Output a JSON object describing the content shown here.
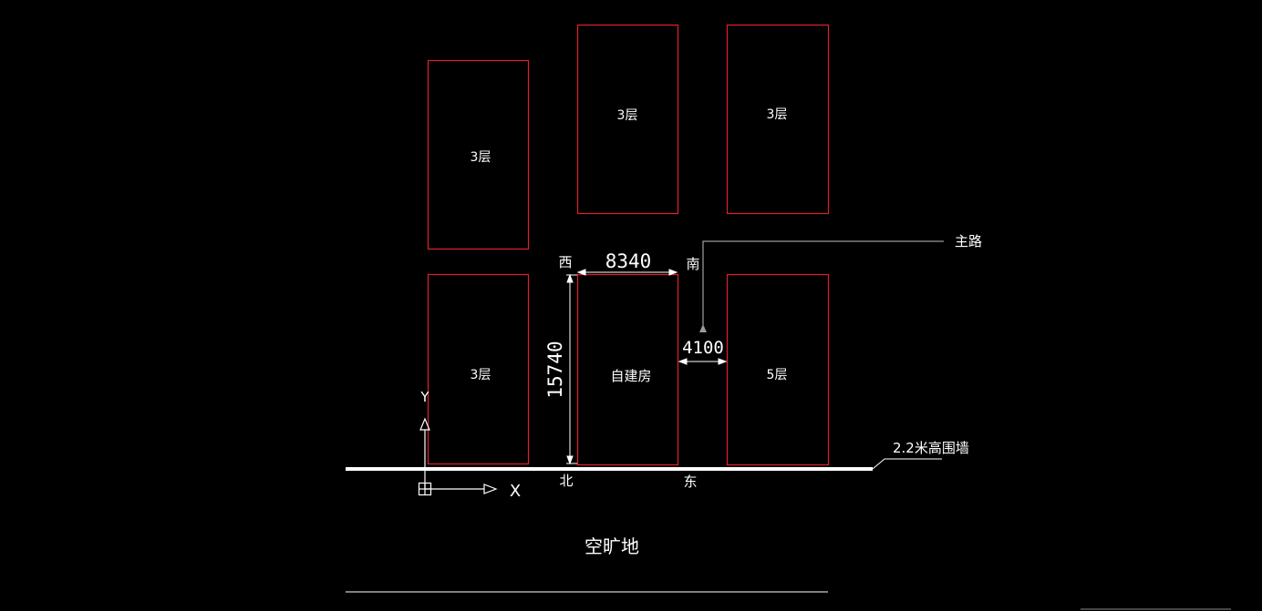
{
  "colors": {
    "background": "#000000",
    "building_outline": "#e0202a",
    "line": "#ffffff",
    "leader": "#bfbfbf"
  },
  "buildings": {
    "top_left": "3层",
    "top_middle": "3层",
    "top_right": "3层",
    "bottom_left": "3层",
    "self_built": "自建房",
    "bottom_right": "5层"
  },
  "dimensions": {
    "width": "8340",
    "height": "15740",
    "gap": "4100"
  },
  "directions": {
    "west": "西",
    "south": "南",
    "north": "北",
    "east": "东"
  },
  "annotations": {
    "main_road": "主路",
    "wall": "2.2米高围墙",
    "open_ground": "空旷地"
  },
  "ucs": {
    "x_label": "X",
    "y_label": "Y"
  }
}
